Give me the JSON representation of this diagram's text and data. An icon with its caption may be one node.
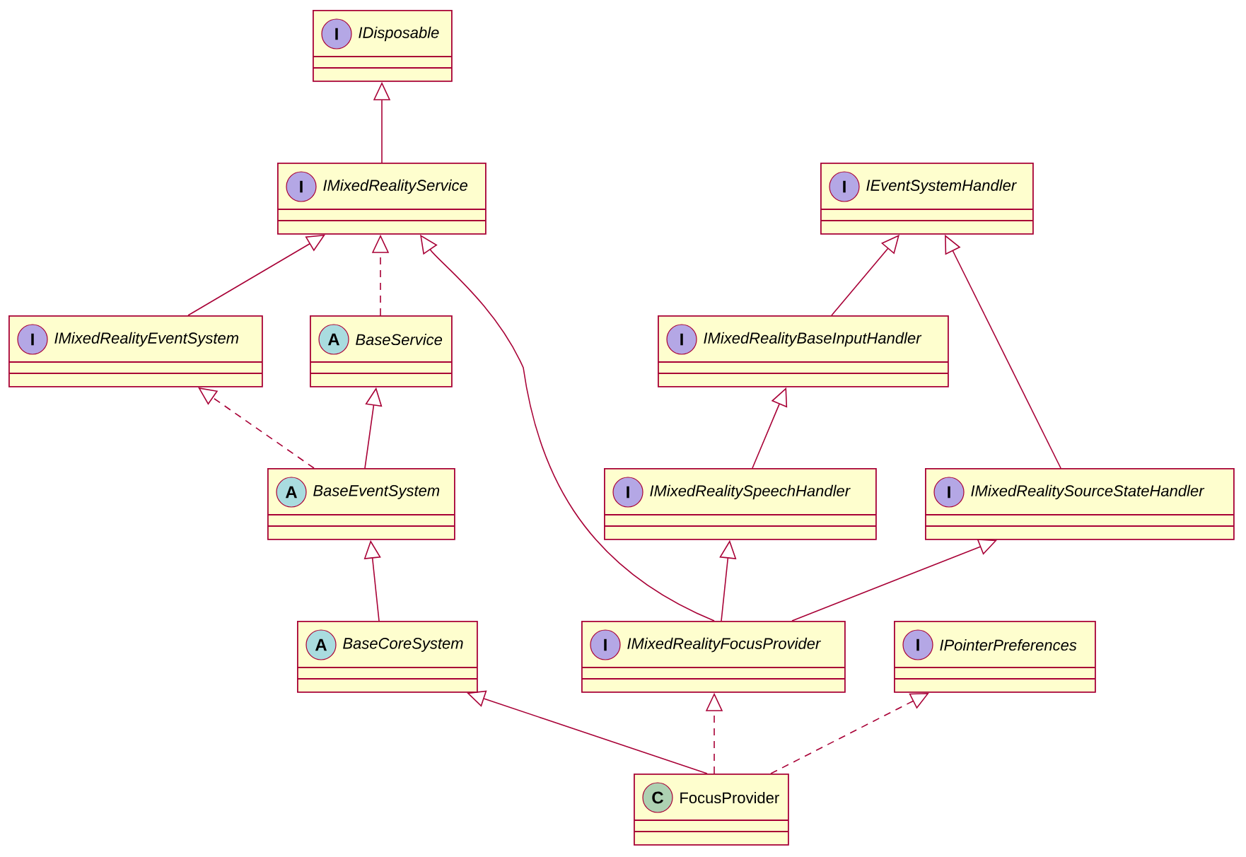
{
  "diagram": {
    "nodes": [
      {
        "text": [
          "I",
          "IDisposable"
        ]
      },
      {
        "text": [
          "I",
          "IMixedRealityService"
        ]
      },
      {
        "text": [
          "I",
          "IEventSystemHandler"
        ]
      },
      {
        "text": [
          "I",
          "IMixedRealityEventSystem"
        ]
      },
      {
        "text": [
          "A",
          "BaseService"
        ]
      },
      {
        "text": [
          "I",
          "IMixedRealityBaseInputHandler"
        ]
      },
      {
        "text": [
          "A",
          "BaseEventSystem"
        ]
      },
      {
        "text": [
          "I",
          "IMixedRealitySpeechHandler"
        ]
      },
      {
        "text": [
          "I",
          "IMixedRealitySourceStateHandler"
        ]
      },
      {
        "text": [
          "A",
          "BaseCoreSystem"
        ]
      },
      {
        "text": [
          "I",
          "IMixedRealityFocusProvider"
        ]
      },
      {
        "text": [
          "I",
          "IPointerPreferences"
        ]
      },
      {
        "text": [
          "C",
          "FocusProvider"
        ]
      }
    ],
    "edges": [
      {
        "from": 1,
        "to": 0,
        "arrow": "to"
      },
      {
        "from": 3,
        "to": 1,
        "arrow": "to"
      },
      {
        "from": 4,
        "to": 1,
        "arrow": "to",
        "style": "dashed"
      },
      {
        "from": 10,
        "to": 1,
        "arrow": "to"
      },
      {
        "from": 5,
        "to": 2,
        "arrow": "to"
      },
      {
        "from": 8,
        "to": 2,
        "arrow": "to"
      },
      {
        "from": 6,
        "to": 3,
        "arrow": "to",
        "style": "dashed"
      },
      {
        "from": 6,
        "to": 4,
        "arrow": "to"
      },
      {
        "from": 7,
        "to": 5,
        "arrow": "to"
      },
      {
        "from": 9,
        "to": 6,
        "arrow": "to"
      },
      {
        "from": 10,
        "to": 7,
        "arrow": "to"
      },
      {
        "from": 10,
        "to": 8,
        "arrow": "to"
      },
      {
        "from": 12,
        "to": 9,
        "arrow": "to"
      },
      {
        "from": 12,
        "to": 10,
        "arrow": "to",
        "style": "dashed"
      },
      {
        "from": 12,
        "to": 11,
        "arrow": "to",
        "style": "dashed"
      }
    ]
  }
}
